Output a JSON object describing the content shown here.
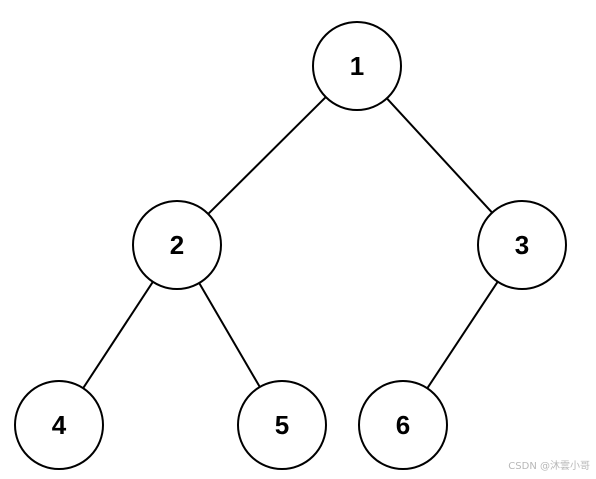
{
  "diagram": {
    "type": "binary-tree",
    "nodes": [
      {
        "id": "n1",
        "label": "1"
      },
      {
        "id": "n2",
        "label": "2"
      },
      {
        "id": "n3",
        "label": "3"
      },
      {
        "id": "n4",
        "label": "4"
      },
      {
        "id": "n5",
        "label": "5"
      },
      {
        "id": "n6",
        "label": "6"
      }
    ],
    "edges": [
      {
        "from": "n1",
        "to": "n2"
      },
      {
        "from": "n1",
        "to": "n3"
      },
      {
        "from": "n2",
        "to": "n4"
      },
      {
        "from": "n2",
        "to": "n5"
      },
      {
        "from": "n3",
        "to": "n6"
      }
    ]
  },
  "watermark": "CSDN @沐雲小哥"
}
